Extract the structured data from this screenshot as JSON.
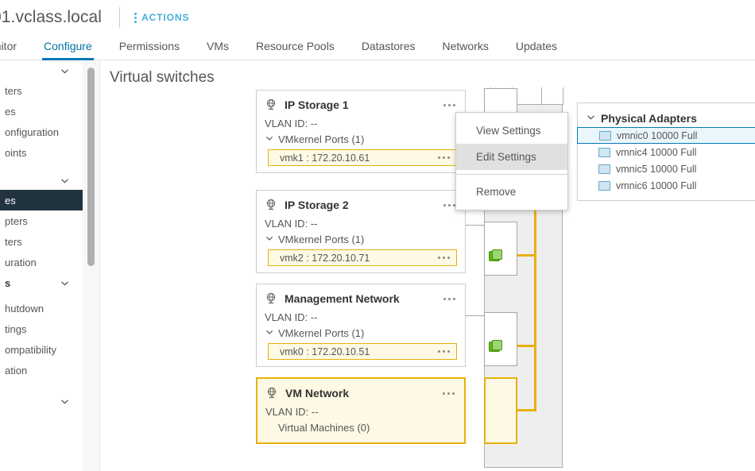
{
  "header": {
    "host_title": "01.vclass.local",
    "actions_label": "ACTIONS",
    "kebab_icon": "kebab-vertical-icon",
    "accent_color": "#49afd9"
  },
  "tabs": [
    {
      "label": "onitor",
      "active": false
    },
    {
      "label": "Configure",
      "active": true
    },
    {
      "label": "Permissions",
      "active": false
    },
    {
      "label": "VMs",
      "active": false
    },
    {
      "label": "Resource Pools",
      "active": false
    },
    {
      "label": "Datastores",
      "active": false
    },
    {
      "label": "Networks",
      "active": false
    },
    {
      "label": "Updates",
      "active": false
    }
  ],
  "sidebar": {
    "items": [
      {
        "label": "",
        "type": "group",
        "chevron": "chevron-down-icon"
      },
      {
        "label": "ters",
        "type": "item"
      },
      {
        "label": "es",
        "type": "item"
      },
      {
        "label": "onfiguration",
        "type": "item"
      },
      {
        "label": "oints",
        "type": "item"
      },
      {
        "label": "",
        "type": "group",
        "chevron": "chevron-down-icon"
      },
      {
        "label": "es",
        "type": "item",
        "selected": true
      },
      {
        "label": "pters",
        "type": "item"
      },
      {
        "label": "ters",
        "type": "item"
      },
      {
        "label": "uration",
        "type": "item"
      },
      {
        "label": "s",
        "type": "group-label",
        "chevron": "chevron-down-icon"
      },
      {
        "label": "hutdown",
        "type": "item"
      },
      {
        "label": "tings",
        "type": "item"
      },
      {
        "label": "ompatibility",
        "type": "item"
      },
      {
        "label": "ation",
        "type": "item"
      },
      {
        "label": "",
        "type": "group",
        "chevron": "chevron-down-icon"
      }
    ]
  },
  "content": {
    "title": "Virtual switches"
  },
  "port_groups": [
    {
      "name": "IP Storage 1",
      "icon": "port-group-icon",
      "vlan_label": "VLAN ID: --",
      "ports_label": "VMkernel Ports (1)",
      "chevron": "chevron-down-icon",
      "kebab": "kebab-horizontal-icon",
      "vmk": {
        "label": "vmk1 : 172.20.10.61",
        "kebab": "kebab-horizontal-icon"
      }
    },
    {
      "name": "IP Storage 2",
      "icon": "port-group-icon",
      "vlan_label": "VLAN ID: --",
      "ports_label": "VMkernel Ports (1)",
      "chevron": "chevron-down-icon",
      "kebab": "kebab-horizontal-icon",
      "vmk": {
        "label": "vmk2 : 172.20.10.71",
        "kebab": "kebab-horizontal-icon"
      }
    },
    {
      "name": "Management Network",
      "icon": "port-group-icon",
      "vlan_label": "VLAN ID: --",
      "ports_label": "VMkernel Ports (1)",
      "chevron": "chevron-down-icon",
      "kebab": "kebab-horizontal-icon",
      "vmk": {
        "label": "vmk0 : 172.20.10.51",
        "kebab": "kebab-horizontal-icon"
      }
    },
    {
      "name": "VM Network",
      "icon": "port-group-icon",
      "vlan_label": "VLAN ID: --",
      "vm_label": "Virtual Machines (0)",
      "kebab": "kebab-horizontal-icon",
      "selected": true
    }
  ],
  "physical_adapters": {
    "title": "Physical Adapters",
    "chevron": "chevron-down-icon",
    "rows": [
      {
        "label": "vmnic0 10000 Full",
        "icon": "nic-icon",
        "selected": true
      },
      {
        "label": "vmnic4 10000 Full",
        "icon": "nic-icon",
        "selected": false
      },
      {
        "label": "vmnic5 10000 Full",
        "icon": "nic-icon",
        "selected": false
      },
      {
        "label": "vmnic6 10000 Full",
        "icon": "nic-icon",
        "selected": false
      }
    ]
  },
  "context_menu": {
    "items": [
      {
        "label": "View Settings",
        "hover": false
      },
      {
        "label": "Edit Settings",
        "hover": true
      },
      {
        "label": "Remove",
        "hover": false
      }
    ]
  },
  "colors": {
    "highlight_yellow_bg": "#fdf9e4",
    "highlight_yellow_border": "#e8b10a",
    "selected_blue_bg": "#eaf6fc",
    "selected_blue_border": "#0079b8",
    "sidebar_selected_bg": "#21333f",
    "green_adapter": "#60b515",
    "switch_body": "#eeeeee"
  }
}
